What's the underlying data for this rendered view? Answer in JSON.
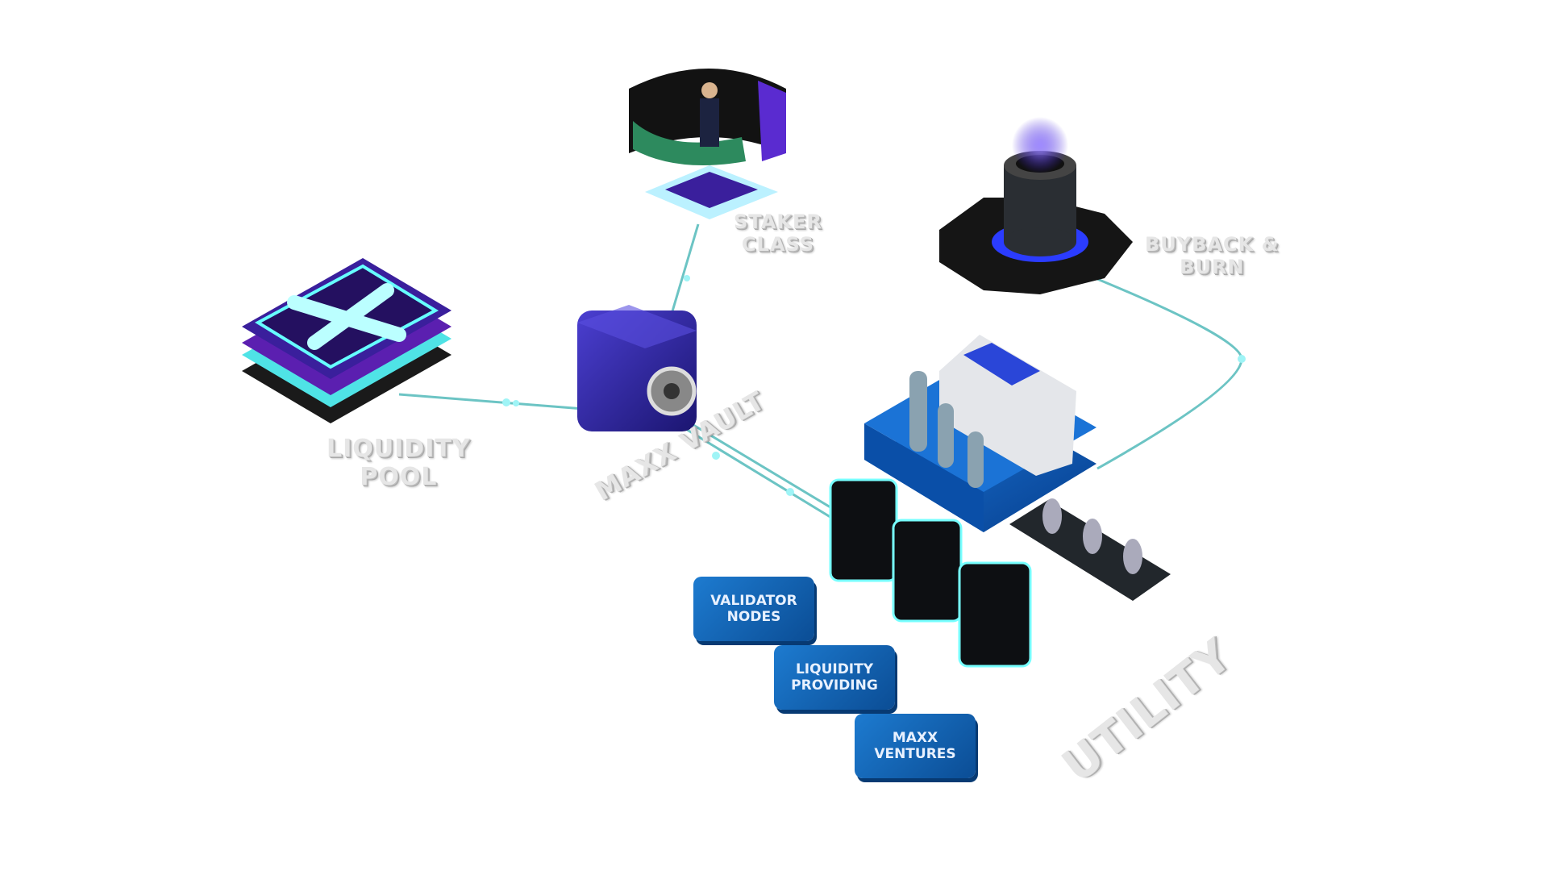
{
  "labels": {
    "staker_class": [
      "STAKER",
      "CLASS"
    ],
    "buyback_burn": [
      "BUYBACK &",
      "BURN"
    ],
    "liquidity_pool": [
      "LIQUIDITY",
      "POOL"
    ],
    "maxx_vault": "MAXX VAULT",
    "utility": "UTILITY"
  },
  "tags": [
    {
      "line1": "VALIDATOR",
      "line2": "NODES"
    },
    {
      "line1": "LIQUIDITY",
      "line2": "PROVIDING"
    },
    {
      "line1": "MAXX",
      "line2": "VENTURES"
    }
  ],
  "colors": {
    "accent": "#4fe3e6",
    "blue": "#0d5fb8",
    "purple": "#3a1f9c",
    "dark": "#111418"
  }
}
